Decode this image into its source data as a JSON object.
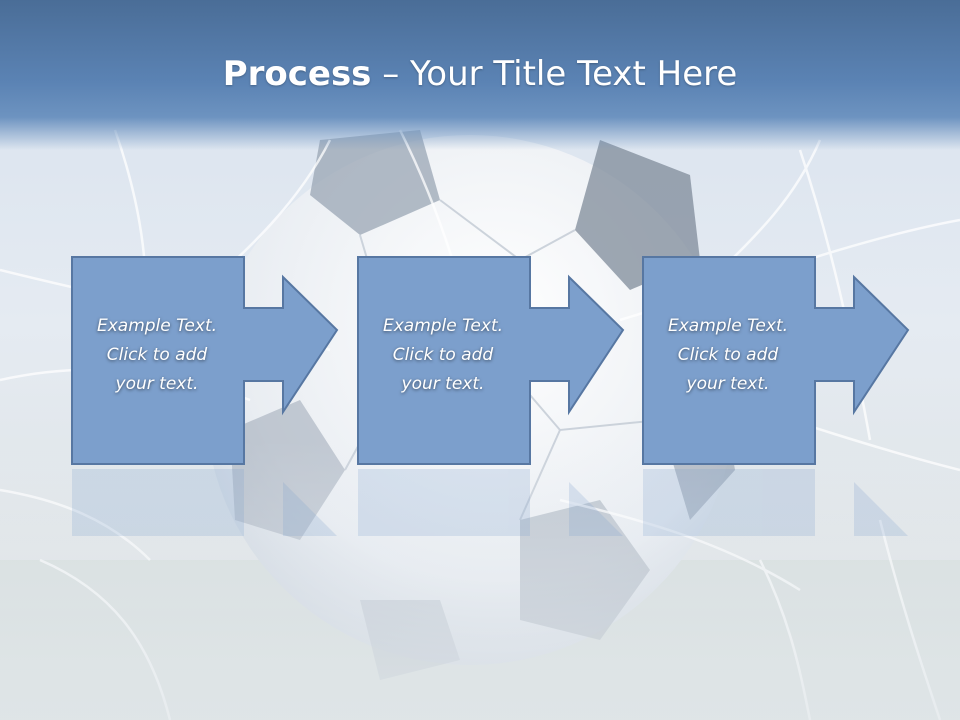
{
  "slide": {
    "title_bold": "Process",
    "title_rest": " – Your Title Text Here",
    "steps": [
      {
        "text": "Example Text.\nClick  to add\nyour text."
      },
      {
        "text": "Example Text.\nClick  to add\nyour text."
      },
      {
        "text": "Example Text.\nClick  to add\nyour text."
      }
    ]
  },
  "colors": {
    "box_fill": "#7c9fcc",
    "box_stroke": "#5777a2",
    "title_bar": "#5b83b4"
  }
}
